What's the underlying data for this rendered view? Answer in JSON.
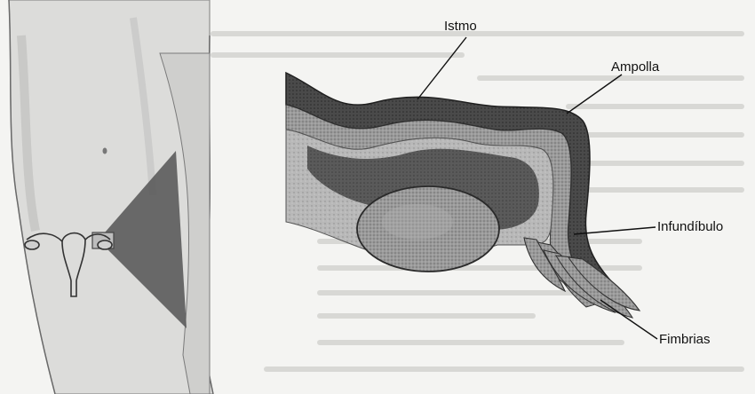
{
  "labels": {
    "istmo": "Istmo",
    "ampolla": "Ampolla",
    "infundibulo": "Infundíbulo",
    "fimbrias": "Fimbrias"
  },
  "colors": {
    "background_text_gray": "#c9c9c6",
    "tube_dark": "#3a3a3a",
    "tube_mid": "#8a8a8a",
    "ovary": "#a6a6a6",
    "callout_wedge": "#5b5b5b"
  }
}
